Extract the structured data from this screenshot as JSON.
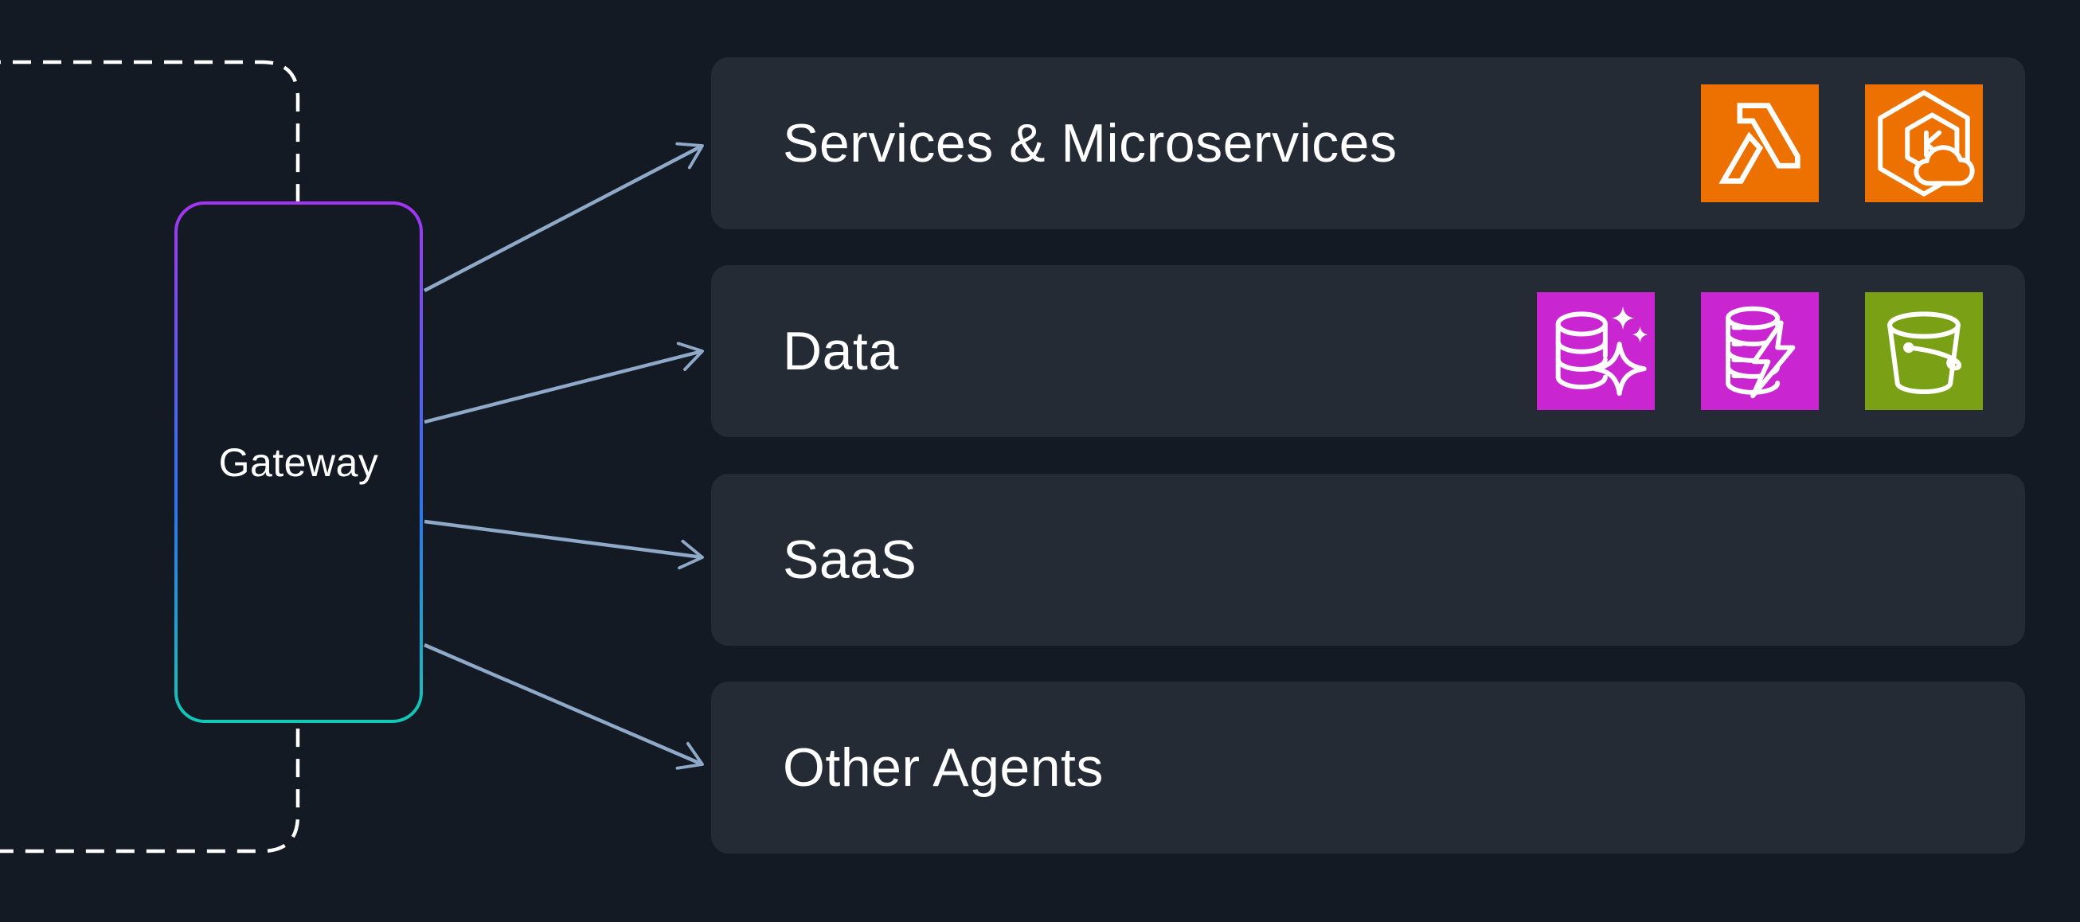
{
  "diagram": {
    "title": "Gateway integration diagram",
    "background": "#141A23",
    "gateway": {
      "label": "Gateway"
    },
    "boundary": {
      "style": "dashed",
      "color": "#FFFFFF"
    },
    "panels": [
      {
        "label": "Services & Microservices",
        "icons": [
          {
            "name": "aws-lambda-icon",
            "color": "#ED7100"
          },
          {
            "name": "amazon-eks-icon",
            "color": "#ED7100"
          }
        ]
      },
      {
        "label": "Data",
        "icons": [
          {
            "name": "database-sparkle-icon",
            "color": "#C925D1"
          },
          {
            "name": "database-lightning-icon",
            "color": "#C925D1"
          },
          {
            "name": "s3-bucket-icon",
            "color": "#7AA116"
          }
        ]
      },
      {
        "label": "SaaS",
        "icons": []
      },
      {
        "label": "Other Agents",
        "icons": []
      }
    ],
    "arrows": [
      {
        "from": "gateway",
        "to": "Services & Microservices"
      },
      {
        "from": "gateway",
        "to": "Data"
      },
      {
        "from": "gateway",
        "to": "SaaS"
      },
      {
        "from": "gateway",
        "to": "Other Agents"
      }
    ],
    "colors": {
      "panel_fill": "#252B34",
      "arrow": "#8FA9C9",
      "gateway_gradient": [
        "#A435F2",
        "#2B74F2",
        "#12C8B4"
      ],
      "compute_orange": "#ED7100",
      "database_magenta": "#C925D1",
      "storage_green": "#7AA116",
      "text": "#FFFFFF"
    }
  }
}
